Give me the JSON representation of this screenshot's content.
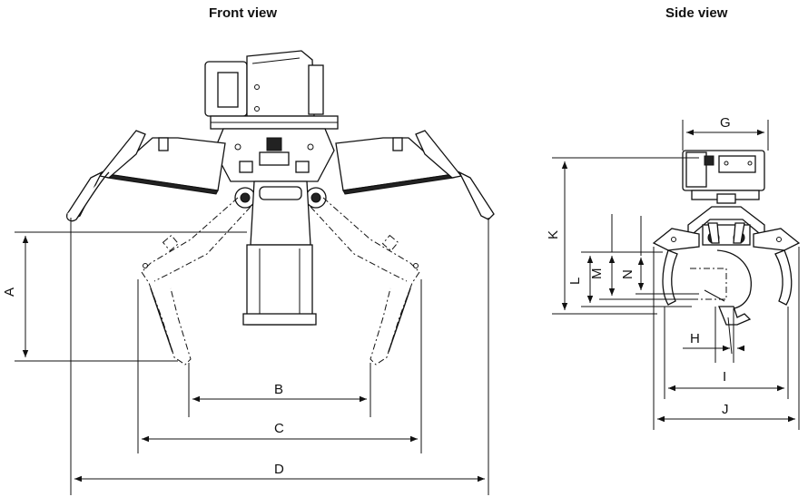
{
  "titles": {
    "front": "Front view",
    "side": "Side view"
  },
  "dimensions": {
    "A": "A",
    "B": "B",
    "C": "C",
    "D": "D",
    "G": "G",
    "H": "H",
    "I": "I",
    "J": "J",
    "K": "K",
    "L": "L",
    "M": "M",
    "N": "N"
  }
}
